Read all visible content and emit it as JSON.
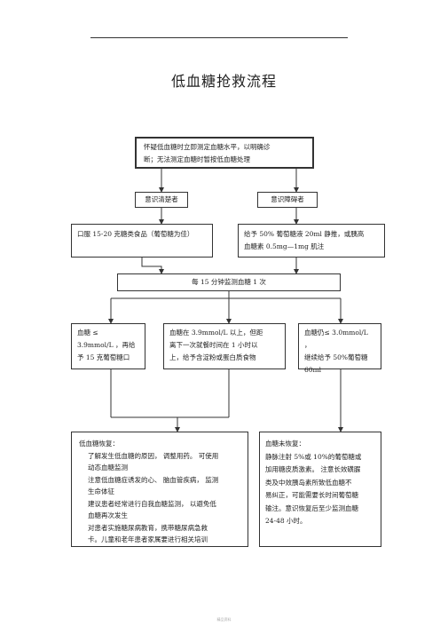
{
  "title": "低血糖抢救流程",
  "nodes": {
    "start": [
      "怀疑低血糖时立即测定血糖水平，以明确诊",
      "断；无法测定血糖时暂按低血糖处理"
    ],
    "conscious": "意识清楚者",
    "impaired": "意识障碍者",
    "oral": "口服 15-20 克糖类食品（葡萄糖为佳）",
    "iv": [
      "给予 50% 葡萄糖液 20ml 静推，或胰高",
      "血糖素 0.5mg—1mg 肌注"
    ],
    "monitor": "每 15 分钟监测血糖 1 次",
    "low": [
      "血糖 ≤",
      "3.9mmol/L ，再给",
      "予 15 克葡萄糖口"
    ],
    "mid": [
      "血糖在 3.9mmol/L 以上，但距",
      "离下一次就餐时间在 1 小时以",
      "上，给予含淀粉或蛋白质食物"
    ],
    "still_low": [
      "血糖仍≤ 3.0mmol/L ，",
      "继续给予 50%葡萄糖",
      "60ml"
    ],
    "recovered": {
      "heading": "低血糖恢复：",
      "lines": [
        "了解发生低血糖的原因， 调整用药。 可使用",
        "动态血糖监测",
        "注意低血糖症诱发的心、 脑血管疾病， 监测",
        "生命体征",
        "建议患者经常进行自我血糖监测， 以避免低",
        "血糖再次发生",
        "对患者实施糖尿病教育，携带糖尿病急救",
        "卡。儿童和老年患者家属要进行相关培训"
      ]
    },
    "not_recovered": {
      "heading": "血糖未恢复：",
      "lines": [
        "静脉注射 5%或 10%的葡萄糖或",
        "加用糖皮质激素。 注意长效磺脲",
        "类及中效胰岛素所致低血糖不",
        "易纠正，可能需要长时间葡萄糖",
        "输注。意识恢复后至少监测血糖",
        "24-48 小时。"
      ]
    }
  },
  "footer": "精品资料"
}
